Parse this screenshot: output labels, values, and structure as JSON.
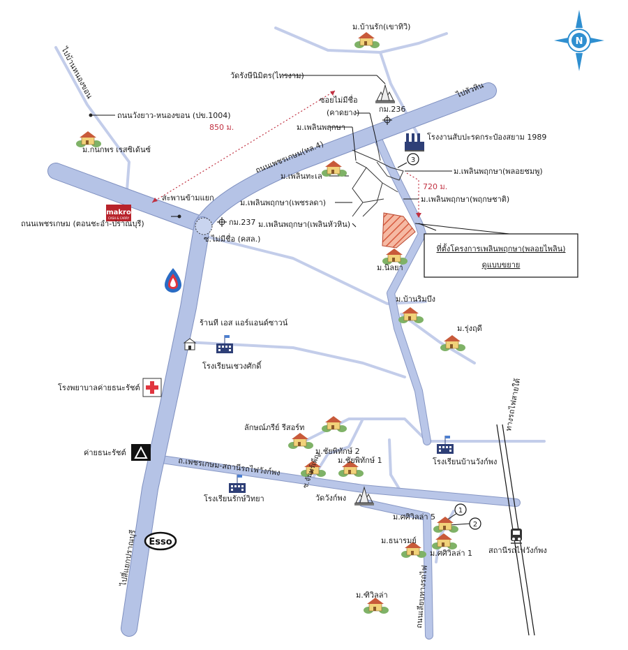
{
  "roads": {
    "petchkasem_main": "ถนนเพชรเกษม(ทล.4)",
    "to_hua_hin": "ไปหัวหิน",
    "to_nong_khon": "ไปบ้านหนองขอน",
    "wang_yao_nong_khon": "ถนนวังยาว-หนองขอน (ปข.1004)",
    "petchkasem_cha_am": "ถนนเพชรเกษม (ตอนชะอำ-ปราณบุรี)",
    "to_rajaburi": "ไปสี่แยกปราณบุรี",
    "petchkasem_station": "ถ.เพชรเกษม-สถานีรถไฟวังก์พง",
    "railway_side_road": "ถนนเลียบทางรถไฟ",
    "railway": "ทางรถไฟสายใต้",
    "soi_chan_phen": "ซ.จันทร์เพ็ญ",
    "soi_unnamed": "ซอยไม่มีชื่อ",
    "soi_unnamed_sub": "(คาดยาง)",
    "soi_mai_mi_chue": "ซ.ไม่มีชื่อ (คสล.)",
    "overpass": "สะพานข้ามแยก"
  },
  "km_markers": {
    "km236": "กม.236",
    "km237": "กม.237"
  },
  "distances": {
    "d850": "850 ม.",
    "d720": "720 ม."
  },
  "places": {
    "ban_rak": "ม.บ้านรัก(เขาทิวิ)",
    "wat_rang": "วัดรังษีนิมิตร(ไทรงาม)",
    "factory": "โรงงานสับปะรดกระป๋องสยาม 1989",
    "kanokporn": "ม.กนกพร เรสซิเด้นซ์",
    "phloen_phruksa": "ม.เพลินพฤกษา",
    "phloen_thale": "ม.เพลินทะเล",
    "phloen_phetcha": "ม.เพลินพฤกษา(เพชรลดา)",
    "phloen_huahin": "ม.เพลินพฤกษา(เพลินหัวหิน)",
    "phloen_chomphu": "ม.เพลินพฤกษา(พลอยชมพู)",
    "phloen_chat": "ม.เพลินพฤกษา(พฤกษชาติ)",
    "niraya": "ม.นิลยา",
    "ban_ring": "ม.บ้านริมบึง",
    "rung_arun": "ม.รุ่งฤดี",
    "shop": "ร้านที เอส แอร์แอนด์ซาวน์",
    "school_chuang": "โรงเรียนเชวงศักดิ์",
    "hospital": "โรงพยาบาลค่ายธนะรัชต์",
    "camp": "ค่ายธนะรัชต์",
    "lakkhana": "ลักษณ์ภรีย์ รีสอร์ท",
    "chaiyaphak2": "ม.ชัยพิทักษ์ 2",
    "chaiyaphak1": "ม.ชัยพิทักษ์ 1",
    "school_wangkaphong": "โรงเรียนบ้านวังก์พง",
    "school_rak": "โรงเรียนรักษ์วิทยา",
    "wat_wangkaphong": "วัดวังก์พง",
    "sirivilla5": "ม.ศศิวิลล่า 5",
    "thanaram": "ม.ธนารมย์",
    "sirivilla1": "ม.ศศิวิลล่า 1",
    "station": "สถานีรถไฟวังก์พง",
    "sirivilla": "ม.ฑิวิลล่า"
  },
  "brands": {
    "makro": "makro",
    "makro_sub": "CASH & CARRY",
    "esso": "Esso"
  },
  "markers": {
    "m1": "1",
    "m2": "2",
    "m3": "3"
  },
  "site_box": {
    "title": "ที่ตั้งโครงการเพลินพฤกษา(พลอยไพลิน)",
    "subtitle": "ดูแบบขยาย"
  },
  "compass": {
    "letter": "N"
  },
  "colors": {
    "road_fill": "#b5c3e6",
    "road_edge": "#7e8fbf",
    "site_hatch": "#e0735a",
    "distance_red": "#c03040",
    "compass_blue": "#2f8fd0"
  }
}
